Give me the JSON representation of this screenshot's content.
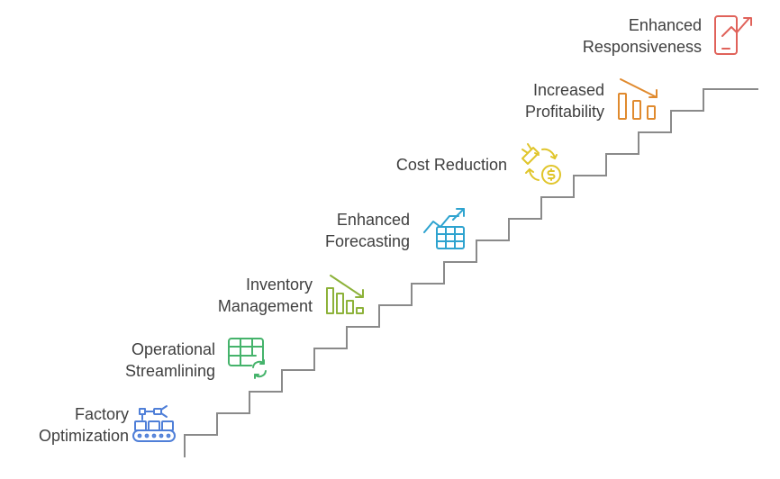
{
  "steps": [
    {
      "line1": "Factory",
      "line2": "Optimization",
      "icon": "robot-arm-conveyor-icon",
      "color": "#4f7fd8"
    },
    {
      "line1": "Operational",
      "line2": "Streamlining",
      "icon": "table-refresh-icon",
      "color": "#45b36b"
    },
    {
      "line1": "Inventory",
      "line2": "Management",
      "icon": "declining-bar-chart-icon",
      "color": "#8db23a"
    },
    {
      "line1": "Enhanced",
      "line2": "Forecasting",
      "icon": "trend-up-table-icon",
      "color": "#2ea3cf"
    },
    {
      "line1": "Cost Reduction",
      "line2": "",
      "icon": "scissors-dollar-cycle-icon",
      "color": "#e0c52b"
    },
    {
      "line1": "Increased",
      "line2": "Profitability",
      "icon": "profit-bars-arrow-icon",
      "color": "#e08a2e"
    },
    {
      "line1": "Enhanced",
      "line2": "Responsiveness",
      "icon": "mobile-trend-up-icon",
      "color": "#e0625a"
    }
  ],
  "colors": {
    "staircase": "#8a8a8a",
    "text": "#3f3f3f"
  }
}
